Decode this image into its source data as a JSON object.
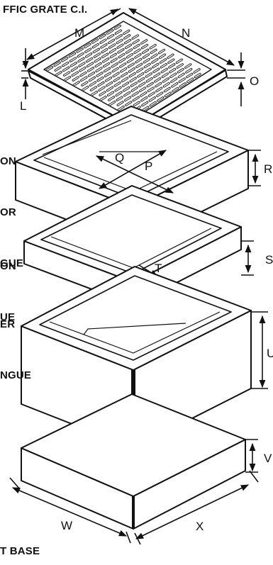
{
  "title": "FFIC GRATE C.I.",
  "grate_dims": {
    "m": "M",
    "n": "N",
    "o": "O",
    "l": "L"
  },
  "frame_dims": {
    "q": "Q",
    "p": "P",
    "r": "R"
  },
  "ring_dims": {
    "t": "T",
    "s": "S"
  },
  "box_dims": {
    "u": "U"
  },
  "base_dims": {
    "v": "V",
    "w": "W",
    "x": "X"
  },
  "labels": {
    "frame_lines": [
      "ON",
      "OR",
      "GUE"
    ],
    "ring_lines": [
      "ON",
      "UE"
    ],
    "riser_lines": [
      "ER",
      "NGUE"
    ],
    "base": "T BASE"
  },
  "colors": {
    "line": "#111111",
    "background": "#ffffff"
  }
}
